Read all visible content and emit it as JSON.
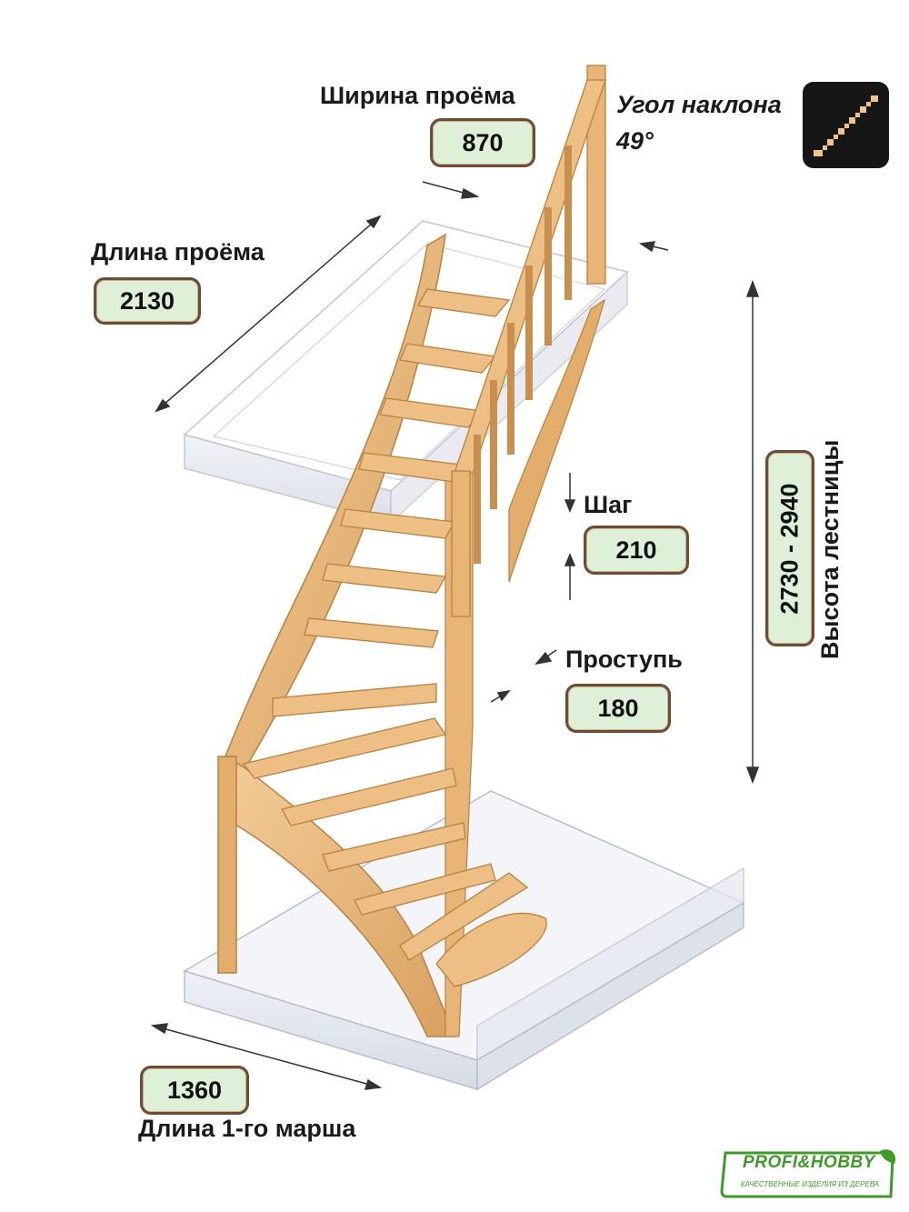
{
  "opening_width": {
    "label": "Ширина проёма",
    "value": "870"
  },
  "slope": {
    "label": "Угол наклона",
    "value": "49°"
  },
  "opening_length": {
    "label": "Длина проёма",
    "value": "2130"
  },
  "step": {
    "label": "Шаг",
    "value": "210"
  },
  "tread": {
    "label": "Проступь",
    "value": "180"
  },
  "height": {
    "label": "Высота лестницы",
    "value": "2730 - 2940"
  },
  "first_flight": {
    "label": "Длина 1-го марша",
    "value": "1360"
  },
  "logo": {
    "brand": "PROFI&HOBBY",
    "tagline": "КАЧЕСТВЕННЫЕ ИЗДЕЛИЯ ИЗ ДЕРЕВА"
  },
  "colors": {
    "badge_fill": "#dff0d8",
    "badge_border": "#6b4d36",
    "wood": "#e9b97c",
    "wood_dark": "#c98f4e",
    "logo_green": "#3f9a2a"
  }
}
